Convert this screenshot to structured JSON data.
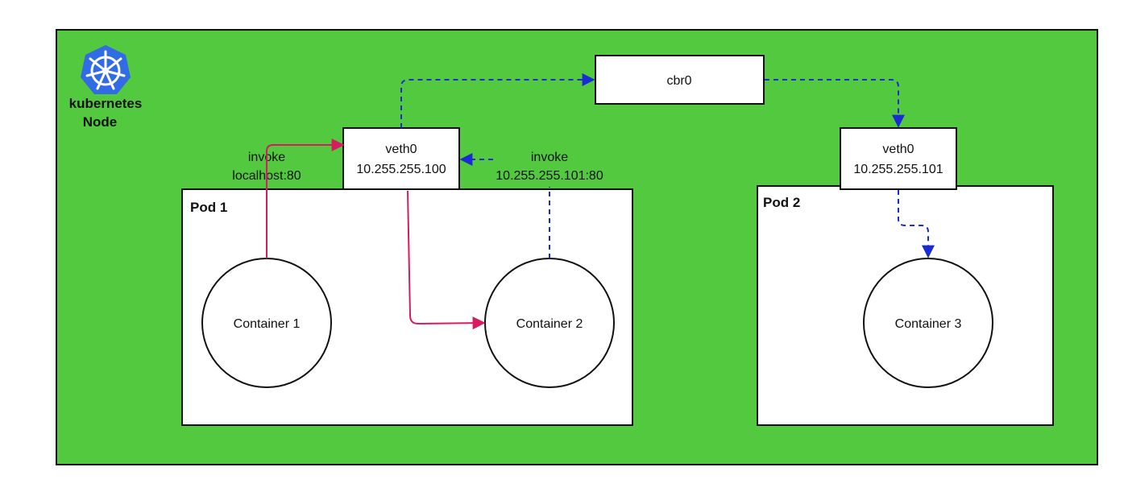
{
  "node": {
    "logo_text": "kubernetes",
    "label": "Node",
    "logo_icon": "kubernetes-helm-wheel-icon",
    "background_color": "#52C93F",
    "logo_color": "#326CE5"
  },
  "bridge": {
    "label": "cbr0"
  },
  "pods": [
    {
      "label": "Pod 1",
      "veth": {
        "name": "veth0",
        "ip": "10.255.255.100"
      },
      "containers": [
        "Container 1",
        "Container 2"
      ]
    },
    {
      "label": "Pod 2",
      "veth": {
        "name": "veth0",
        "ip": "10.255.255.101"
      },
      "containers": [
        "Container 3"
      ]
    }
  ],
  "annotations": {
    "localhost_line1": "invoke",
    "localhost_line2": "localhost:80",
    "remote_line1": "invoke",
    "remote_line2": "10.255.255.101:80"
  },
  "colors": {
    "local_path": "#D81B60",
    "remote_path": "#1A2BD6"
  }
}
